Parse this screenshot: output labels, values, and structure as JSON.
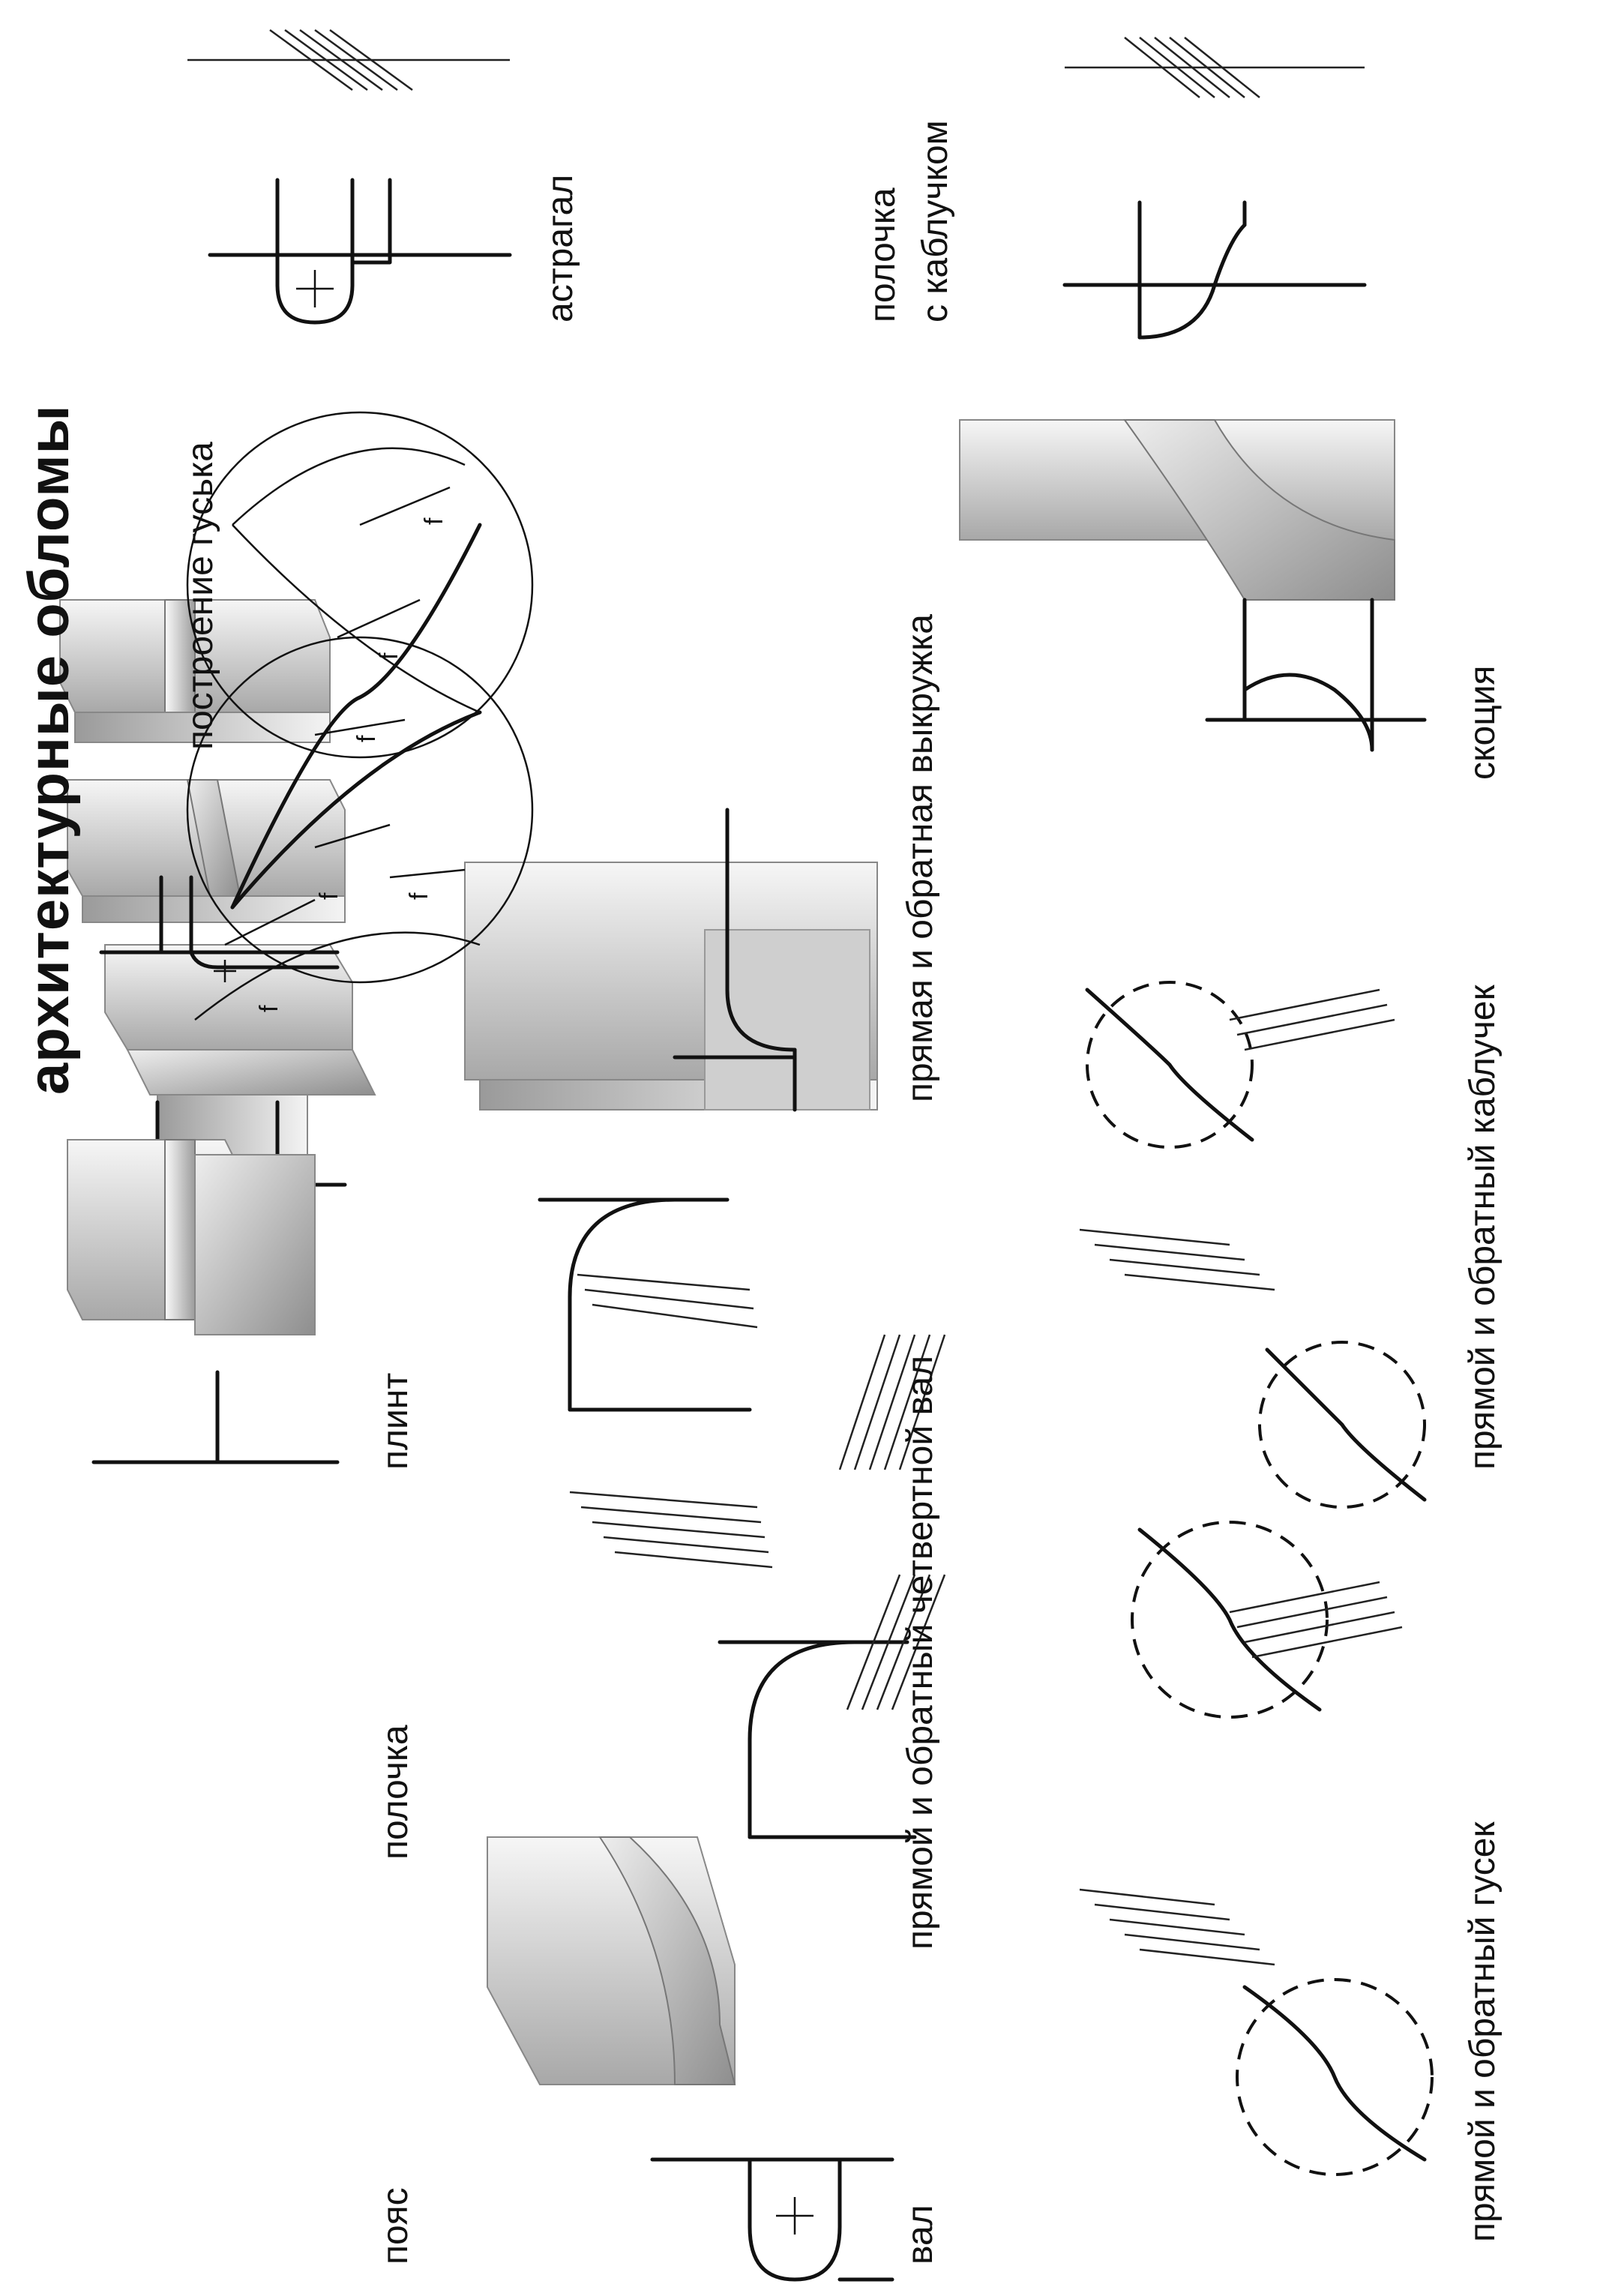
{
  "title": "архитектурные обломы",
  "labels": {
    "poyas": "пояс",
    "polochka": "полочка",
    "plint": "плинт",
    "val": "вал",
    "chetvertnoy_val": "прямой и обратный четвертной вал",
    "vykruzhka": "прямая и обратная выкружка",
    "postroenie": "построение гуська",
    "astragal": "астрагал",
    "polochka_kabl_1": "полочка",
    "polochka_kabl_2": "с каблучком",
    "gusek": "прямой и обратный гусек",
    "kabluchek": "прямой и обратный каблучек",
    "skotsiya": "скоция"
  },
  "construction_marks": [
    "f",
    "f",
    "f",
    "f",
    "f",
    "f"
  ],
  "colors": {
    "ink": "#111111",
    "shade_light": "#f4f4f4",
    "shade_dark": "#9a9a9a",
    "paper": "#ffffff"
  }
}
